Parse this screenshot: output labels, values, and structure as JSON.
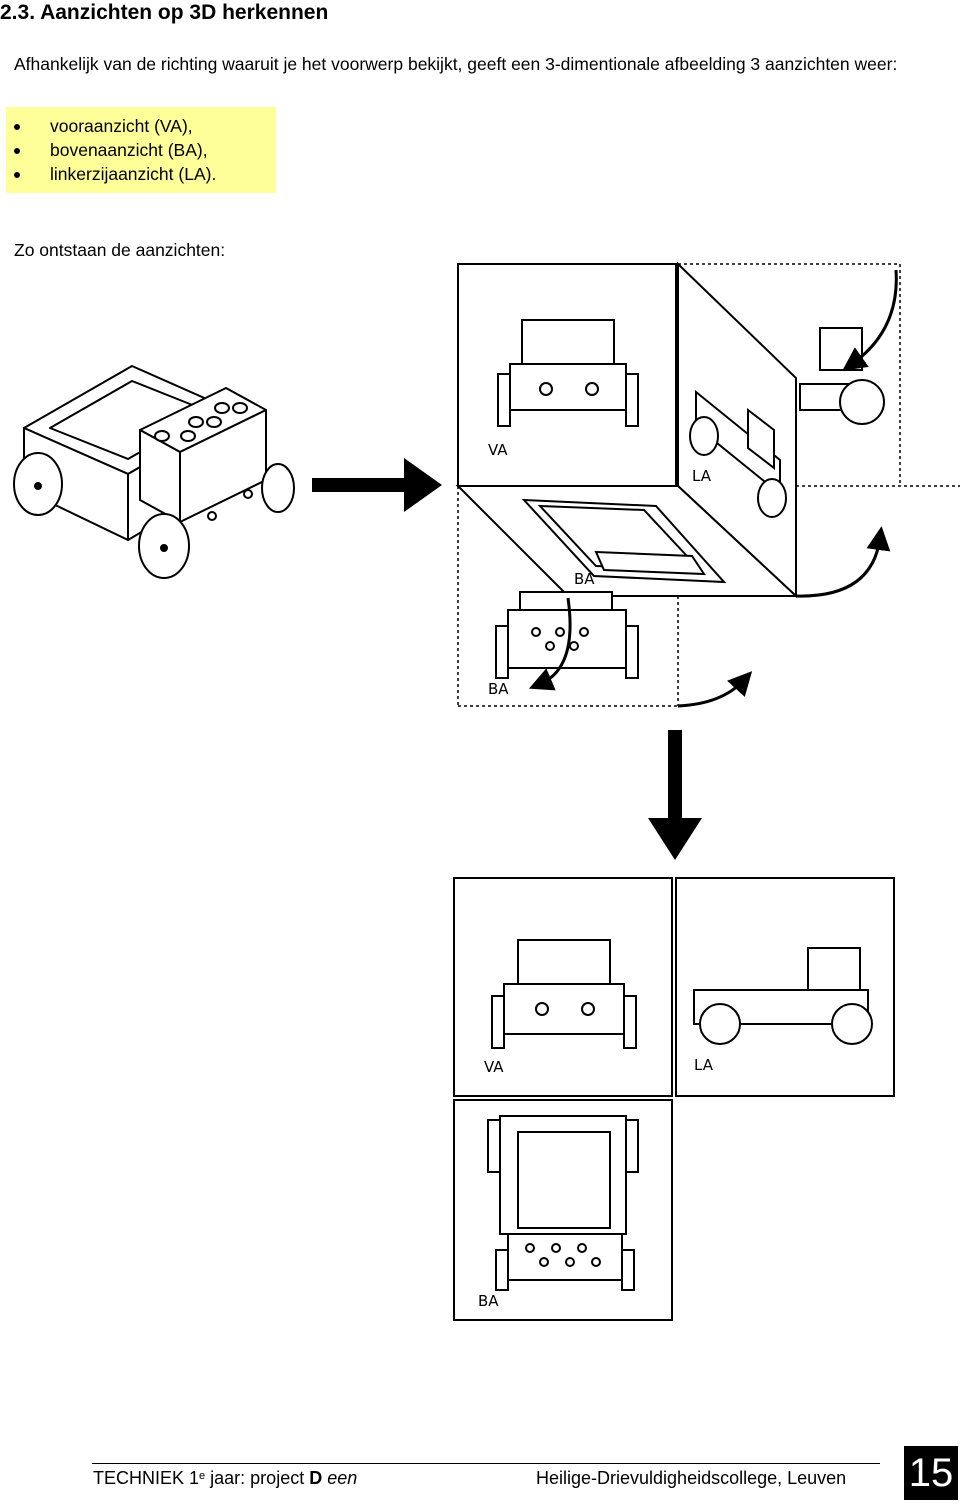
{
  "heading": "2.3. Aanzichten op 3D herkennen",
  "intro": "Afhankelijk van de richting waaruit je het voorwerp bekijkt, geeft een 3-dimentionale afbeelding 3 aanzichten weer:",
  "views": [
    {
      "text": "vooraanzicht (VA),"
    },
    {
      "text": "bovenaanzicht (BA),"
    },
    {
      "text": "linkerzijaanzicht (LA)."
    }
  ],
  "subheading": "Zo ontstaan de aanzichten:",
  "labels": {
    "va": "VA",
    "la": "LA",
    "ba": "BA"
  },
  "footer": {
    "course": "TECHNIEK 1",
    "sup": "e",
    "mid": " jaar: project ",
    "bold": "D",
    "space": " ",
    "italic": "een",
    "school": "Heilige-Drievuldigheidscollege, Leuven",
    "page": "15"
  }
}
